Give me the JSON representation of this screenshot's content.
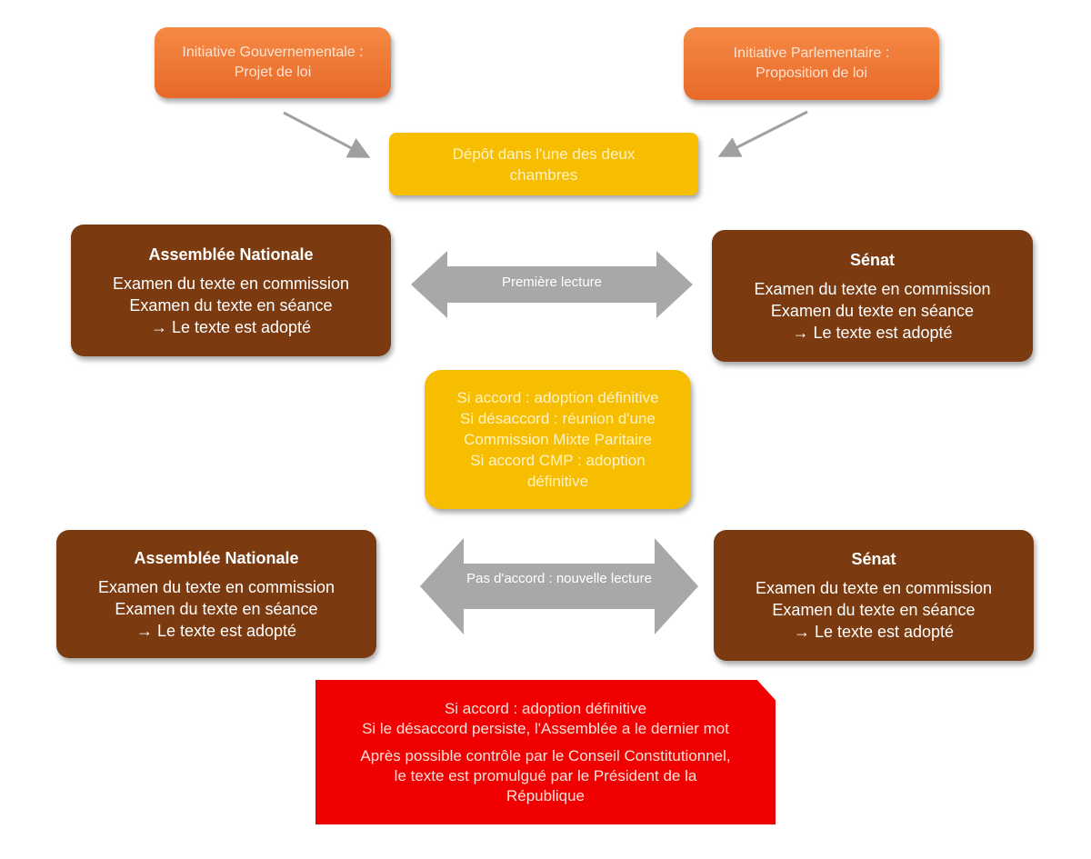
{
  "initiatives": {
    "gouvernementale": {
      "line1": "Initiative Gouvernementale :",
      "line2": "Projet de loi"
    },
    "parlementaire": {
      "line1": "Initiative Parlementaire :",
      "line2": "Proposition de loi"
    }
  },
  "depot": {
    "line1": "Dépôt dans l'une des deux",
    "line2": "chambres"
  },
  "premiere_lecture": {
    "label": "Première lecture",
    "assemblee": {
      "title": "Assemblée Nationale",
      "lines": [
        "Examen du texte en commission",
        "Examen du texte en séance",
        "→ Le texte est adopté"
      ]
    },
    "senat": {
      "title": "Sénat",
      "lines": [
        "Examen du texte en commission",
        "Examen du texte en séance",
        "→ Le texte est adopté"
      ]
    }
  },
  "cmp": {
    "lines": [
      "Si accord : adoption définitive",
      "Si désaccord : réunion d'une",
      "Commission Mixte Paritaire",
      "Si accord CMP : adoption",
      "définitive"
    ]
  },
  "nouvelle_lecture": {
    "label": "Pas d'accord : nouvelle lecture",
    "assemblee": {
      "title": "Assemblée Nationale",
      "lines": [
        "Examen du texte en commission",
        "Examen du texte en séance",
        "→ Le texte est adopté"
      ]
    },
    "senat": {
      "title": "Sénat",
      "lines": [
        "Examen du texte en commission",
        "Examen du texte en séance",
        "→ Le texte est adopté"
      ]
    }
  },
  "final": {
    "lines1": [
      "Si accord : adoption définitive",
      "Si le désaccord persiste, l'Assemblée a le dernier mot"
    ],
    "lines2": [
      "Après possible contrôle par le Conseil Constitutionnel,",
      "le texte est promulgué par le Président de la",
      "République"
    ]
  },
  "colors": {
    "orange": "#ee7330",
    "yellow": "#f7bd00",
    "brown": "#7b3a10",
    "red": "#f00000",
    "arrow": "#a6a6a6"
  }
}
